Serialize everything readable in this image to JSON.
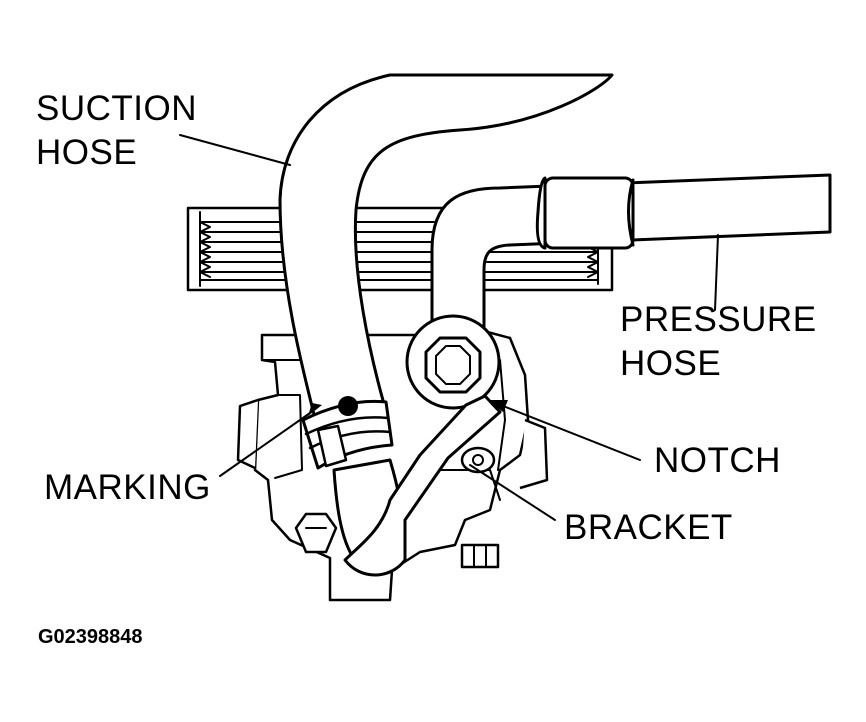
{
  "labels": {
    "suction_hose": [
      "SUCTION",
      "HOSE"
    ],
    "pressure_hose": [
      "PRESSURE",
      "HOSE"
    ],
    "notch": "NOTCH",
    "marking": "MARKING",
    "bracket": "BRACKET"
  },
  "figure_code": "G02398848",
  "colors": {
    "line": "#000000",
    "background": "#ffffff"
  }
}
